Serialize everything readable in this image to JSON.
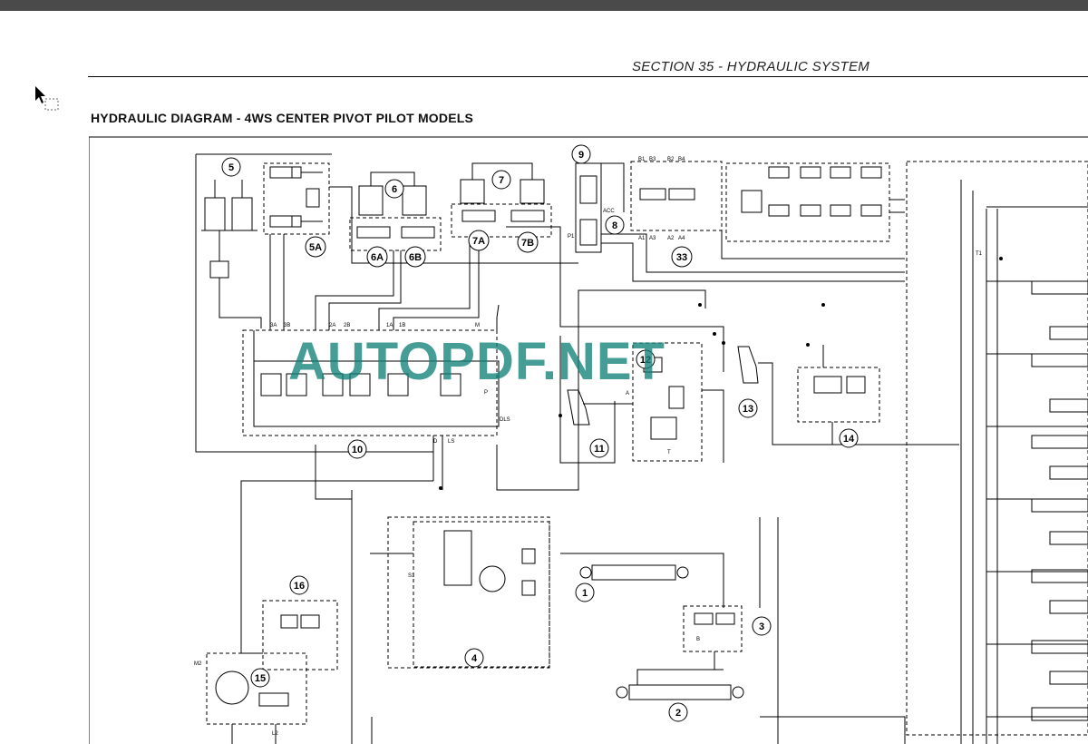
{
  "header": {
    "section_title": "SECTION 35 - HYDRAULIC SYSTEM"
  },
  "page": {
    "title": "HYDRAULIC DIAGRAM - 4WS CENTER PIVOT PILOT MODELS"
  },
  "watermark": {
    "text": "AUTOPDF.NET",
    "color": "#128278"
  },
  "callouts": [
    "5",
    "5A",
    "6",
    "6A",
    "6B",
    "7",
    "7A",
    "7B",
    "8",
    "9",
    "33",
    "10",
    "11",
    "12",
    "13",
    "14",
    "16",
    "15",
    "4",
    "1",
    "2",
    "3"
  ],
  "port_labels": [
    "3A",
    "3B",
    "2A",
    "2B",
    "1A",
    "1B",
    "M",
    "P",
    "DLS",
    "D",
    "LS",
    "T",
    "A",
    "B",
    "P1",
    "ACC",
    "M2",
    "L2",
    "S1",
    "T1",
    "B1",
    "B3",
    "B2",
    "B4",
    "A1",
    "A3",
    "A2",
    "A4"
  ]
}
